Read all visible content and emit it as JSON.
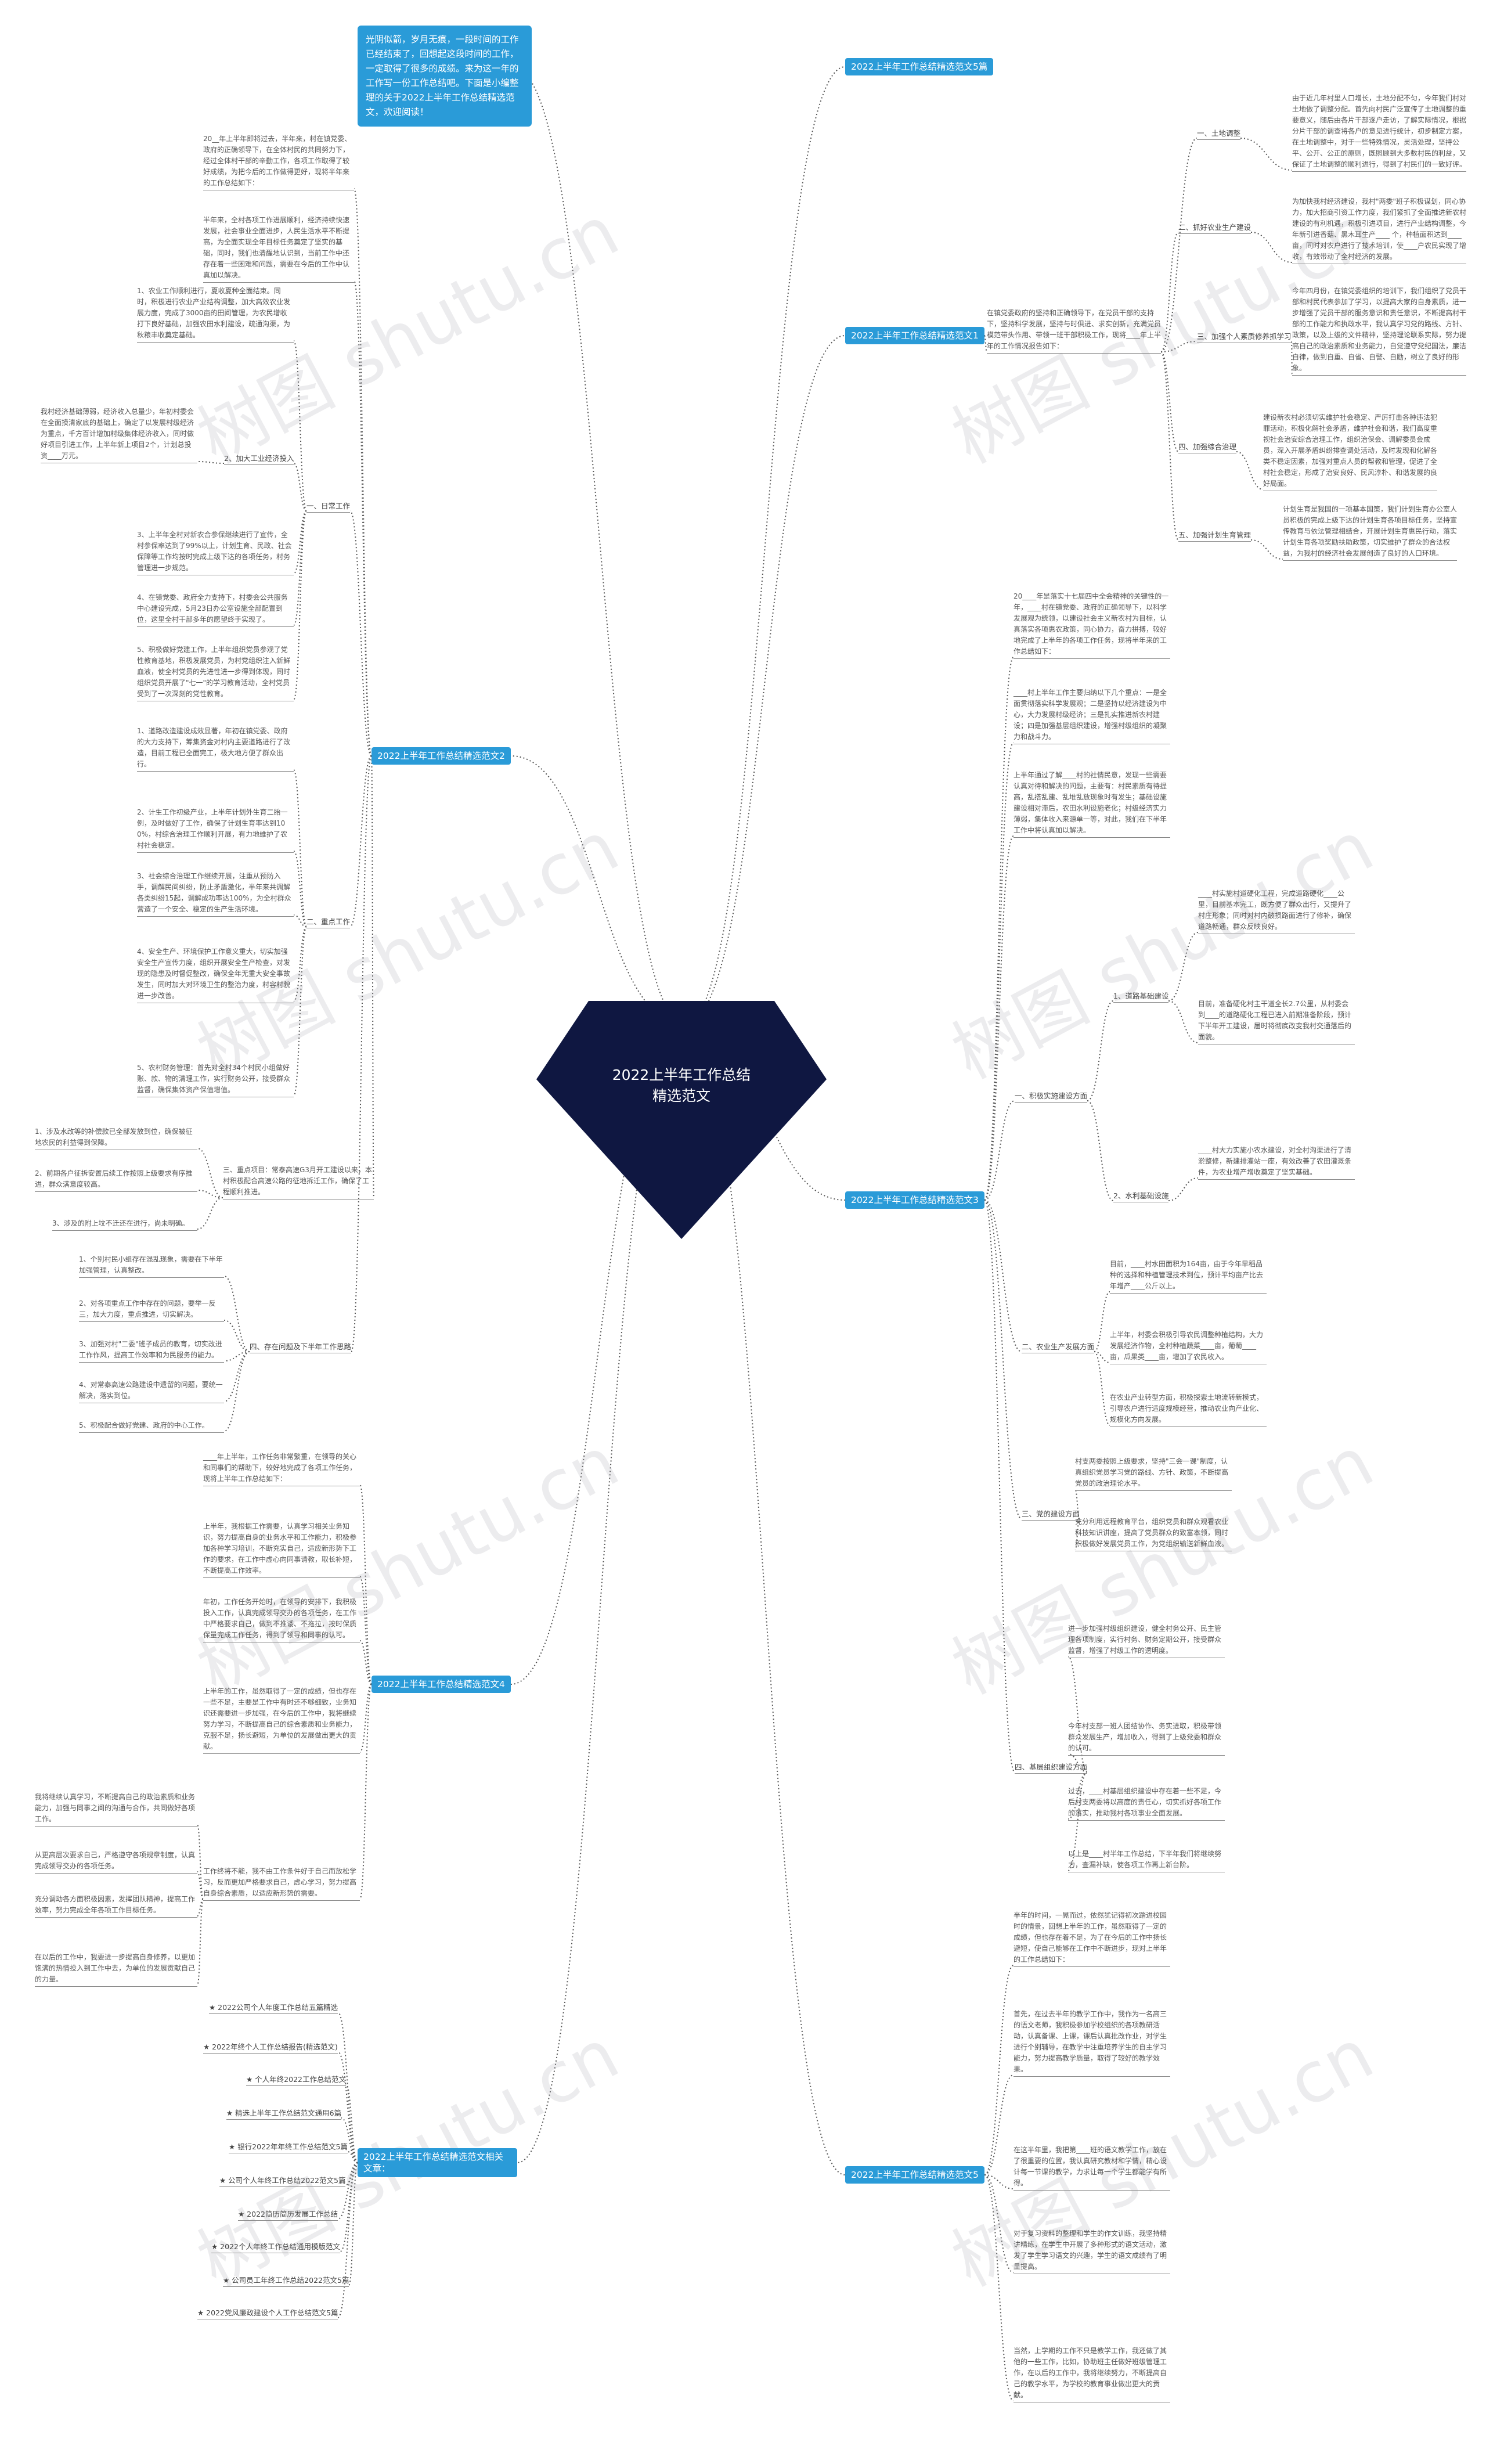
{
  "watermark": "树图 shutu.cn",
  "root": "2022上半年工作总结精选范文",
  "intro": "光阴似箭，岁月无痕，一段时间的工作已经结束了，回想起这段时间的工作，一定取得了很多的成绩。来为这一年的工作写一份工作总结吧。下面是小编整理的关于2022上半年工作总结精选范文，欢迎阅读！",
  "branches": {
    "b5": "2022上半年工作总结精选范文5篇",
    "b1": "2022上半年工作总结精选范文1",
    "b2": "2022上半年工作总结精选范文2",
    "b3": "2022上半年工作总结精选范文3",
    "b4": "2022上半年工作总结精选范文4",
    "b5text": "2022上半年工作总结精选范文5",
    "related": "2022上半年工作总结精选范文相关文章："
  },
  "b1": {
    "intro": "在镇党委政府的坚持和正确领导下，在党员干部的支持下，坚持科学发展，坚持与时俱进、求实创新，充满党员模范带头作用、带领一班干部积极工作，现将____年上半年的工作情况报告如下：",
    "items": [
      {
        "label": "一、土地调整",
        "text": "由于近几年村里人口增长，土地分配不匀，今年我们村对土地做了调整分配。首先向村民广泛宣传了土地调整的重要意义，随后由各片干部逐户走访，了解实际情况，根据分片干部的调查将各户的意见进行统计，初步制定方案，在土地调整中，对于一些特殊情况，灵活处理，坚持公平、公开、公正的原则，既照顾到大多数村民的利益，又保证了土地调整的顺利进行，得到了村民们的一致好评。"
      },
      {
        "label": "二、抓好农业生产建设",
        "text": "为加快我村经济建设，我村\"两委\"班子积极谋划，同心协力，加大招商引资工作力度，我们紧抓了全面推进新农村建设的有利机遇，积极引进项目，进行产业结构调整，今年新引进香菇、黑木耳生产____ 个，种植面积达到____亩，同时对农户进行了技术培训，使____户农民实现了增收，有效带动了全村经济的发展。"
      },
      {
        "label": "三、加强个人素质修养抓学习",
        "text": "今年四月份，在镇党委组织的培训下，我们组织了党员干部和村民代表参加了学习，以提高大家的自身素质，进一步增强了党员干部的服务意识和责任意识，不断提高村干部的工作能力和执政水平，我认真学习党的路线、方针、政策，以及上级的文件精神，坚持理论联系实际，努力提高自己的政治素质和业务能力，自觉遵守党纪国法，廉洁自律，做到自重、自省、自警、自励，树立了良好的形象。"
      },
      {
        "label": "四、加强综合治理",
        "text": "建设新农村必须切实维护社会稳定、严厉打击各种违法犯罪活动，积极化解社会矛盾，维护社会和谐，我们高度重视社会治安综合治理工作，组织治保会、调解委员会成员，深入开展矛盾纠纷排查调处活动，及时发现和化解各类不稳定因素，加强对重点人员的帮教和管理，促进了全村社会稳定，形成了治安良好、民风淳朴、和谐发展的良好局面。"
      },
      {
        "label": "五、加强计划生育管理",
        "text": "计划生育是我国的一项基本国策，我们计划生育办公室人员积极的完成上级下达的计划生育各项目标任务，坚持宣传教育与依法管理相结合，开展计划生育惠民行动，落实计划生育各项奖励扶助政策，切实维护了群众的合法权益，为我村的经济社会发展创造了良好的人口环境。"
      }
    ]
  },
  "b2": {
    "intro1": "20__年上半年即将过去，半年来，村在镇党委、政府的正确领导下，在全体村民的共同努力下，经过全体村干部的辛勤工作，各项工作取得了较好成绩，为把今后的工作做得更好，现将半年来的工作总结如下：",
    "intro2": "半年来，全村各项工作进展顺利，经济持续快速发展，社会事业全面进步，人民生活水平不断提高，为全面实现全年目标任务奠定了坚实的基础，同时，我们也清醒地认识到，当前工作中还存在着一些困难和问题，需要在今后的工作中认真加以解决。",
    "groupA": "一、日常工作",
    "groupB": "二、重点工作",
    "groupC": "三、重点项目：常泰高速G3月开工建设以来，本村积极配合高速公路的征地拆迁工作，确保了工程顺利推进。",
    "groupD": "四、存在问题及下半年工作思路",
    "addLabel": "2、加大工业经济投入",
    "addText": "我村经济基础薄弱，经济收入总量少，年初村委会在全面摸清家底的基础上，确定了以发展村级经济为重点，千方百计增加村级集体经济收入，同时做好项目引进工作，上半年新上项目2个，计划总投资____万元。",
    "a": [
      "1、农业工作顺利进行，夏收夏种全面结束。同时，积极进行农业产业结构调整，加大高效农业发展力度，完成了3000亩的田间管理，为农民增收打下良好基础，加强农田水利建设，疏通沟渠，为秋粮丰收奠定基础。",
      "3、上半年全村对新农合参保继续进行了宣传，全村参保率达到了99%以上，计划生育、民政、社会保障等工作均按时完成上级下达的各项任务，村务管理进一步规范。",
      "4、在镇党委、政府全力支持下，村委会公共服务中心建设完成，5月23日办公室设施全部配置到位，这里全村干部多年的愿望终于实现了。",
      "5、积极做好党建工作，上半年组织党员参观了党性教育基地，积极发展党员，为村党组织注入新鲜血液，使全村党员的先进性进一步得到体现，同时组织党员开展了\"七一\"的学习教育活动，全村党员受到了一次深刻的党性教育。"
    ],
    "b": [
      "1、道路改造建设成效显著，年初在镇党委、政府的大力支持下，筹集资金对村内主要道路进行了改造，目前工程已全面完工，极大地方便了群众出行。",
      "2、计生工作初级产业，上半年计划外生育二胎一例，及时做好了工作，确保了计划生育率达到100%，村综合治理工作顺利开展，有力地维护了农村社会稳定。",
      "3、社会综合治理工作继续开展，注重从预防入手，调解民间纠纷，防止矛盾激化，半年来共调解各类纠纷15起，调解成功率达100%，为全村群众营造了一个安全、稳定的生产生活环境。",
      "4、安全生产、环境保护工作意义重大，切实加强安全生产宣传力度，组织开展安全生产检查，对发现的隐患及时督促整改，确保全年无重大安全事故发生，同时加大对环境卫生的整治力度，村容村貌进一步改善。",
      "5、农村财务管理：首先对全村34个村民小组做好账、款、物的清理工作，实行财务公开，接受群众监督，确保集体资产保值增值。"
    ],
    "c": [
      "1、涉及水改等的补偿款已全部发放到位，确保被征地农民的利益得到保障。",
      "2、前期各户征拆安置后续工作按照上级要求有序推进，群众满意度较高。",
      "3、涉及的附上坟不迁还在进行，尚未明确。"
    ],
    "d": [
      "1、个别村民小组存在混乱现象，需要在下半年加强管理，认真整改。",
      "2、对各项重点工作中存在的问题，要举一反三，加大力度，重点推进，切实解决。",
      "3、加强对村\"二委\"班子成员的教育，切实改进工作作风，提高工作效率和为民服务的能力。",
      "4、对常泰高速公路建设中遗留的问题，要统一解决，落实到位。",
      "5、积极配合做好党建、政府的中心工作。"
    ]
  },
  "b3": {
    "intro": "20____年是落实十七届四中全会精神的关键性的一年，____村在镇党委、政府的正确领导下，以科学发展观为统领，以建设社会主义新农村为目标，认真落实各项惠农政策，同心协力，奋力拼搏，较好地完成了上半年的各项工作任务，现将半年来的工作总结如下：",
    "para1": "____村上半年工作主要归纳以下几个重点：一是全面贯彻落实科学发展观；二是坚持以经济建设为中心，大力发展村级经济；三是扎实推进新农村建设；四是加强基层组织建设，增强村级组织的凝聚力和战斗力。",
    "para2": "上半年通过了解____村的社情民意，发现一些需要认真对待和解决的问题，主要有：村民素质有待提高，乱搭乱建、乱堆乱放现象时有发生；基础设施建设相对滞后，农田水利设施老化；村级经济实力薄弱，集体收入来源单一等，对此，我们在下半年工作中将认真加以解决。",
    "groups": {
      "one": "一、积极实施建设方面",
      "two": "二、农业生产发展方面",
      "three": "三、党的建设方面",
      "four": "四、基层组织建设方面"
    },
    "road": "1、道路基础建设",
    "water": "2、水利基础设施",
    "roadText": "____村实施村道硬化工程，完成道路硬化____公里，目前基本完工，既方便了群众出行，又提升了村庄形象；同时对村内破损路面进行了修补，确保道路畅通，群众反映良好。",
    "roadText2": "目前，准备硬化村主干道全长2.7公里，从村委会到____的道路硬化工程已进入前期准备阶段，预计下半年开工建设，届时将彻底改变我村交通落后的面貌。",
    "waterText": "____村大力实施小农水建设，对全村沟渠进行了清淤整修，新建排灌站一座，有效改善了农田灌溉条件，为农业增产增收奠定了坚实基础。",
    "agri1": "目前，____村水田面积为164亩，由于今年早稻品种的选择和种植管理技术到位，预计平均亩产比去年增产____公斤以上。",
    "agri2": "上半年，村委会积极引导农民调整种植结构，大力发展经济作物，全村种植蔬菜____亩，葡萄____亩，瓜果类____亩，增加了农民收入。",
    "agri3": "在农业产业转型方面，积极探索土地流转新模式，引导农户进行适度规模经营，推动农业向产业化、规模化方向发展。",
    "party1": "村支两委按照上级要求，坚持\"三会一课\"制度，认真组织党员学习党的路线、方针、政策，不断提高党员的政治理论水平。",
    "party2": "充分利用远程教育平台，组织党员和群众观看农业科技知识讲座，提高了党员群众的致富本领，同时积极做好发展党员工作，为党组织输送新鲜血液。",
    "org1": "进一步加强村级组织建设，健全村务公开、民主管理各项制度，实行村务、财务定期公开，接受群众监督，增强了村级工作的透明度。",
    "org2": "今年村支部一班人团结协作、务实进取，积极带领群众发展生产，增加收入，得到了上级党委和群众的认可。",
    "org3": "过去，____村基层组织建设中存在着一些不足，今后村支两委将以高度的责任心，切实抓好各项工作的落实，推动我村各项事业全面发展。",
    "org4": "以上是____村半年工作总结，下半年我们将继续努力，查漏补缺，使各项工作再上新台阶。"
  },
  "b4": {
    "p1": "____年上半年，工作任务非常繁重，在领导的关心和同事们的帮助下，较好地完成了各项工作任务，现将上半年工作总结如下：",
    "p2": "上半年，我根据工作需要，认真学习相关业务知识，努力提高自身的业务水平和工作能力，积极参加各种学习培训，不断充实自己，适应新形势下工作的要求，在工作中虚心向同事请教，取长补短，不断提高工作效率。",
    "p3": "年初，工作任务开始时，在领导的安排下，我积极投入工作，认真完成领导交办的各项任务，在工作中严格要求自己，做到不推诿、不拖拉，按时保质保量完成工作任务，得到了领导和同事的认可。",
    "p4": "上半年的工作，虽然取得了一定的成绩，但也存在一些不足，主要是工作中有时还不够细致，业务知识还需要进一步加强，在今后的工作中，我将继续努力学习，不断提高自己的综合素质和业务能力，克服不足，扬长避短，为单位的发展做出更大的贡献。",
    "list": [
      "我将继续认真学习，不断提高自己的政治素质和业务能力，加强与同事之间的沟通与合作，共同做好各项工作。",
      "从更高层次要求自己，严格遵守各项规章制度，认真完成领导交办的各项任务。",
      "充分调动各方面积极因素，发挥团队精神，提高工作效率，努力完成全年各项工作目标任务。",
      "在以后的工作中，我要进一步提高自身修养，以更加饱满的热情投入到工作中去，为单位的发展贡献自己的力量。"
    ],
    "tail": "工作终将不能，我不由工作条件好于自己而放松学习，反而更加严格要求自己，虚心学习，努力提高自身综合素质，以适应新形势的需要。"
  },
  "b5": {
    "p1": "半年的时间，一晃而过，依然犹记得初次踏进校园时的情景，回想上半年的工作，虽然取得了一定的成绩，但也存在着不足，为了在今后的工作中扬长避短，使自己能够在工作中不断进步，现对上半年的工作总结如下：",
    "p2": "首先，在过去半年的教学工作中，我作为一名高三的语文老师，我积极参加学校组织的各项教研活动，认真备课、上课，课后认真批改作业，对学生进行个别辅导，在教学中注重培养学生的自主学习能力，努力提高教学质量，取得了较好的教学效果。",
    "p3": "在这半年里，我把第____班的语文教学工作，放在了很重要的位置，我认真研究教材和学情，精心设计每一节课的教学，力求让每一个学生都能学有所得。",
    "p4": "对于复习资料的整理和学生的作文训练，我坚持精讲精练，在学生中开展了多种形式的语文活动，激发了学生学习语文的兴趣，学生的语文成绩有了明显提高。",
    "p5": "当然，上学期的工作不只是教学工作，我还做了其他的一些工作，比如，协助班主任做好班级管理工作，在以后的工作中，我将继续努力，不断提高自己的教学水平，为学校的教育事业做出更大的贡献。"
  },
  "related": [
    "★ 2022公司个人年度工作总结五篇精选",
    "★ 2022年终个人工作总结报告(精选范文)",
    "★ 个人年终2022工作总结范文",
    "★ 精选上半年工作总结范文通用6篇",
    "★ 银行2022年年终工作总结范文5篇",
    "★ 公司个人年终工作总结2022范文5篇",
    "★ 2022简历简历发展工作总结",
    "★ 2022个人年终工作总结通用模版范文",
    "★ 公司员工年终工作总结2022范文5篇",
    "★ 2022党风廉政建设个人工作总结范文5篇"
  ]
}
